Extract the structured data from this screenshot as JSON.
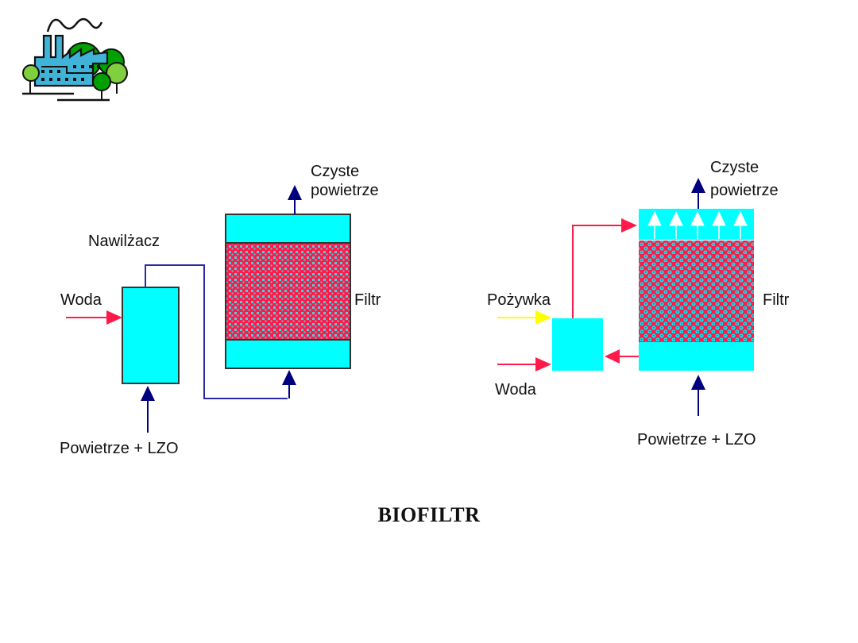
{
  "colors": {
    "cyan": "#00ffff",
    "filter_red": "#ff1a4a",
    "arrow_navy": "#00007f",
    "pipe_blue": "#2a2aa8",
    "water_red": "#ff1a4a",
    "nutrient_yellow": "#ffff00",
    "logo_factory": "#3fb4d8",
    "logo_tree_dark": "#00a000",
    "logo_tree_light": "#7fcf3f"
  },
  "logo": {
    "icon": "factory-with-trees-icon"
  },
  "left_diagram": {
    "clean_air_line1": "Czyste",
    "clean_air_line2": "powietrze",
    "humidifier": "Nawilżacz",
    "water": "Woda",
    "filter": "Filtr",
    "air_input": "Powietrze + LZO"
  },
  "right_diagram": {
    "clean_air_line1": "Czyste",
    "clean_air_line2": "powietrze",
    "nutrient": "Pożywka",
    "water": "Woda",
    "filter": "Filtr",
    "air_input": "Powietrze + LZO"
  },
  "title": "BIOFILTR"
}
